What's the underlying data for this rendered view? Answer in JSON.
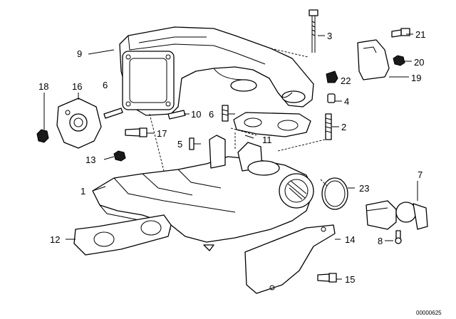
{
  "diagram": {
    "callouts": {
      "c1": "1",
      "c2": "2",
      "c3": "3",
      "c4": "4",
      "c5": "5",
      "c6a": "6",
      "c6b": "6",
      "c7": "7",
      "c8": "8",
      "c9": "9",
      "c10": "10",
      "c11": "11",
      "c12": "12",
      "c13": "13",
      "c14": "14",
      "c15": "15",
      "c16": "16",
      "c17": "17",
      "c18": "18",
      "c19": "19",
      "c20": "20",
      "c21": "21",
      "c22": "22",
      "c23": "23"
    },
    "catalog_number": "00000625"
  }
}
